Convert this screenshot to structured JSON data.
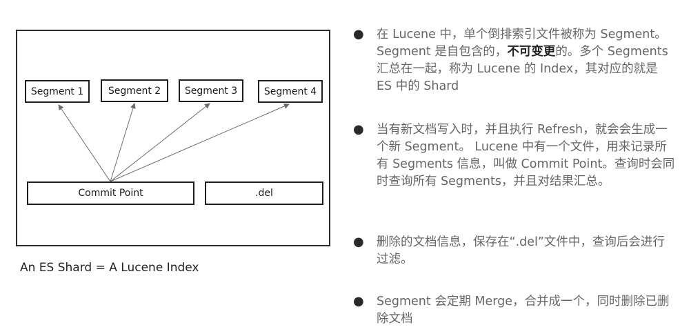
{
  "diagram": {
    "segments": [
      "Segment 1",
      "Segment 2",
      "Segment 3",
      "Segment 4"
    ],
    "commit_point": "Commit Point",
    "del_file": ".del"
  },
  "caption": "An ES Shard = A Lucene Index",
  "bullets": [
    {
      "before": "在 Lucene 中，单个倒排索引文件被称为 Segment。Segment 是自包含的，",
      "emph": "不可变更",
      "after": "的。多个 Segments 汇总在一起，称为 Lucene 的 Index，其对应的就是 ES 中的 Shard"
    },
    {
      "text": "当有新文档写入时，并且执行 Refresh，就会会生成一个新 Segment。 Lucene 中有一个文件，用来记录所有 Segments 信息，叫做 Commit Point。查询时会同时查询所有 Segments，并且对结果汇总。"
    },
    {
      "text": "删除的文档信息，保存在“.del”文件中，查询后会进行过滤。"
    },
    {
      "text": "Segment 会定期 Merge，合并成一个，同时删除已删除文档"
    }
  ]
}
